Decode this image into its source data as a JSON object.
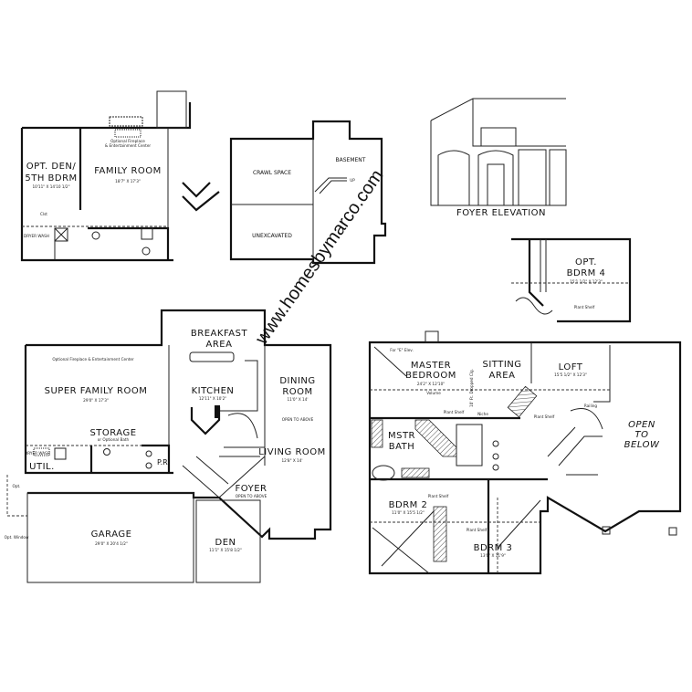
{
  "watermark": "www.homesbymarco.com",
  "lower_level_alt": {
    "rooms": [
      {
        "name": "OPT. DEN/",
        "name2": "5TH BDRM",
        "dims": "10'11\" X 14'10 1/2\""
      },
      {
        "name": "FAMILY ROOM",
        "dims": "18'7\" X 17'3\""
      }
    ],
    "notes": {
      "fireplace": "Optional Fireplace",
      "fireplace2": "& Entertainment Center",
      "closet": "Clst",
      "dryer_washer": "DRYER  WASH"
    }
  },
  "basement_plan": {
    "crawl": "CRAWL SPACE",
    "unexcavated": "UNEXCAVATED",
    "basement": "BASEMENT",
    "up": "UP"
  },
  "foyer_elevation": {
    "label": "FOYER ELEVATION"
  },
  "opt_bdrm4": {
    "name": "OPT.",
    "name2": "BDRM 4",
    "dims": "15'1 1/2\" X 12'3\"",
    "plant_shelf": "Plant Shelf"
  },
  "first_floor": {
    "rooms": {
      "breakfast": "BREAKFAST",
      "breakfast2": "AREA",
      "super_family": "SUPER FAMILY ROOM",
      "super_family_dims": "29'0\" X 17'3\"",
      "fireplace_note": "Optional Fireplace & Entertainment Center",
      "kitchen": "KITCHEN",
      "kitchen_dims": "12'11\" X 10'2\"",
      "dining": "DINING",
      "dining2": "ROOM",
      "dining_dims": "11'0\" X 14'",
      "open_above": "OPEN TO ABOVE",
      "storage": "STORAGE",
      "storage_note": "or Optional Bath",
      "living": "LIVING ROOM",
      "living_dims": "12'8\" X 14'",
      "util": "UTIL.",
      "pr": "P.R.",
      "foyer": "FOYER",
      "foyer_note": "OPEN TO ABOVE",
      "garage": "GARAGE",
      "garage_dims": "29'0\" X 20'4 1/2\"",
      "den": "DEN",
      "den_dims": "11'1\" X 15'8 1/2\"",
      "opt": "Opt.",
      "opt_window": "Opt. Window",
      "dryer_washer": "DRYER  WASH"
    }
  },
  "second_floor": {
    "rooms": {
      "master": "MASTER",
      "master2": "BEDROOM",
      "master_dims": "24'2\" X 12'10\"",
      "for_e": "For \"E\" Elev.",
      "volume": "Volume",
      "dropped": "10' Ft. Dropped Clg.",
      "sitting": "SITTING",
      "sitting2": "AREA",
      "loft": "LOFT",
      "loft_dims": "15'5 1/2\" X 12'3\"",
      "railing": "Railing",
      "plant_shelf": "Plant Shelf",
      "niche": "Niche",
      "mstr_bath": "MSTR",
      "mstr_bath2": "BATH",
      "open": "OPEN",
      "to": "TO",
      "below": "BELOW",
      "bdrm2": "BDRM 2",
      "bdrm2_dims": "11'0\" X 15'5 1/2\"",
      "bdrm3": "BDRM 3",
      "bdrm3_dims": "13'0\" X 11'9\""
    }
  }
}
